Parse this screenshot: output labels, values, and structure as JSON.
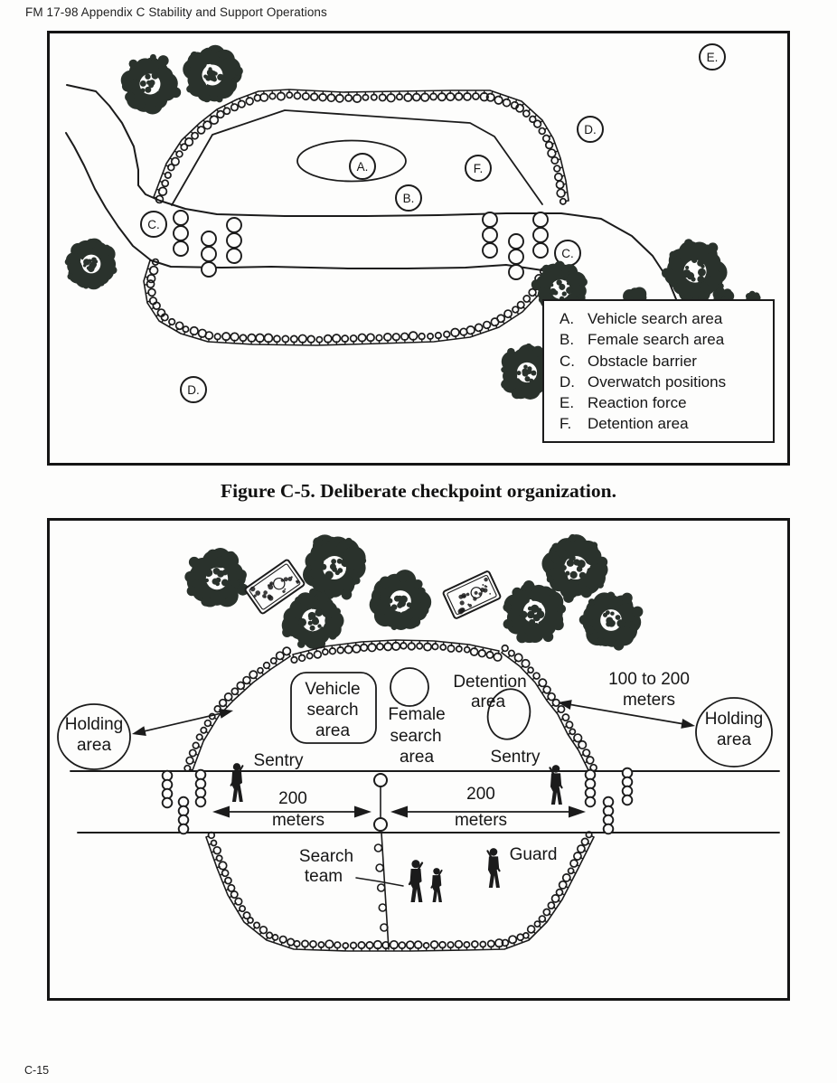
{
  "page": {
    "header": "FM 17-98 Appendix C Stability and Support Operations",
    "caption": "Figure C-5. Deliberate checkpoint organization.",
    "footer": "C-15"
  },
  "colors": {
    "ink": "#1b1b1b",
    "tree": "#2a322c",
    "paper": "#fdfdfc"
  },
  "figure1": {
    "markers": {
      "a": "A.",
      "b": "B.",
      "c1": "C.",
      "c2": "C.",
      "d1": "D.",
      "d2": "D.",
      "e": "E.",
      "f": "F."
    },
    "legend": {
      "items": [
        {
          "letter": "A.",
          "text": "Vehicle search area"
        },
        {
          "letter": "B.",
          "text": "Female search area"
        },
        {
          "letter": "C.",
          "text": "Obstacle barrier"
        },
        {
          "letter": "D.",
          "text": "Overwatch positions"
        },
        {
          "letter": "E.",
          "text": "Reaction force"
        },
        {
          "letter": "F.",
          "text": "Detention area"
        }
      ]
    }
  },
  "figure2": {
    "labels": {
      "holding_left": [
        "Holding",
        "area"
      ],
      "holding_right": [
        "Holding",
        "area"
      ],
      "vehicle_search": [
        "Vehicle",
        "search",
        "area"
      ],
      "female_search": [
        "Female",
        "search",
        "area"
      ],
      "detention": [
        "Detention",
        "area"
      ],
      "sentry_left": "Sentry",
      "sentry_right": "Sentry",
      "hundred_to_two_hundred": [
        "100 to 200",
        "meters"
      ],
      "left_200": [
        "200",
        "meters"
      ],
      "right_200": [
        "200",
        "meters"
      ],
      "search_team": [
        "Search",
        "team"
      ],
      "guard": "Guard"
    }
  }
}
